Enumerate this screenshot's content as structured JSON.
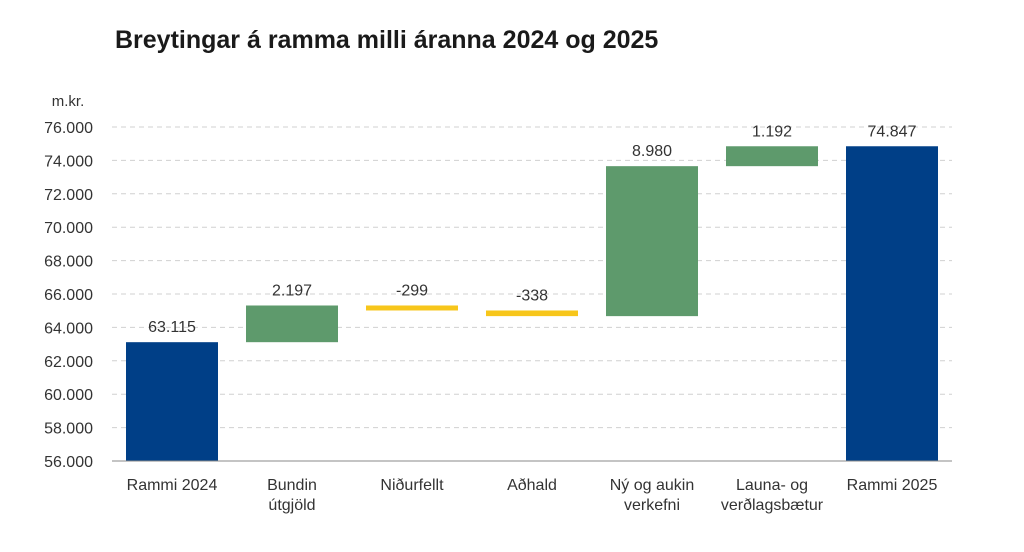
{
  "chart_data": {
    "type": "bar",
    "subtype": "waterfall",
    "title": "Breytingar á ramma milli áranna 2024 og 2025",
    "ylabel": "m.kr.",
    "xlabel": "",
    "ylim": [
      56000,
      76000
    ],
    "yticks": [
      56000,
      58000,
      60000,
      62000,
      64000,
      66000,
      68000,
      70000,
      72000,
      74000,
      76000
    ],
    "ytick_labels": [
      "56.000",
      "58.000",
      "60.000",
      "62.000",
      "64.000",
      "66.000",
      "68.000",
      "70.000",
      "72.000",
      "74.000",
      "76.000"
    ],
    "grid": true,
    "categories": [
      [
        "Rammi 2024"
      ],
      [
        "Bundin",
        "útgjöld"
      ],
      [
        "Niðurfellt"
      ],
      [
        "Aðhald"
      ],
      [
        "Ný og aukin",
        "verkefni"
      ],
      [
        "Launa- og",
        "verðlagsbætur"
      ],
      [
        "Rammi 2025"
      ]
    ],
    "bars": [
      {
        "kind": "total",
        "start": 0,
        "value": 63115,
        "label": "63.115"
      },
      {
        "kind": "increase",
        "start": 63115,
        "value": 2197,
        "label": "2.197"
      },
      {
        "kind": "decrease",
        "start": 65312,
        "value": -299,
        "label": "-299"
      },
      {
        "kind": "decrease",
        "start": 65013,
        "value": -338,
        "label": "-338"
      },
      {
        "kind": "increase",
        "start": 64675,
        "value": 8980,
        "label": "8.980"
      },
      {
        "kind": "increase",
        "start": 73655,
        "value": 1192,
        "label": "1.192"
      },
      {
        "kind": "total",
        "start": 0,
        "value": 74847,
        "label": "74.847"
      }
    ],
    "colors": {
      "total": "#003f87",
      "increase": "#5e9a6c",
      "decrease": "#f7c61b",
      "grid": "#d0d0d0",
      "axis": "#888888"
    }
  }
}
